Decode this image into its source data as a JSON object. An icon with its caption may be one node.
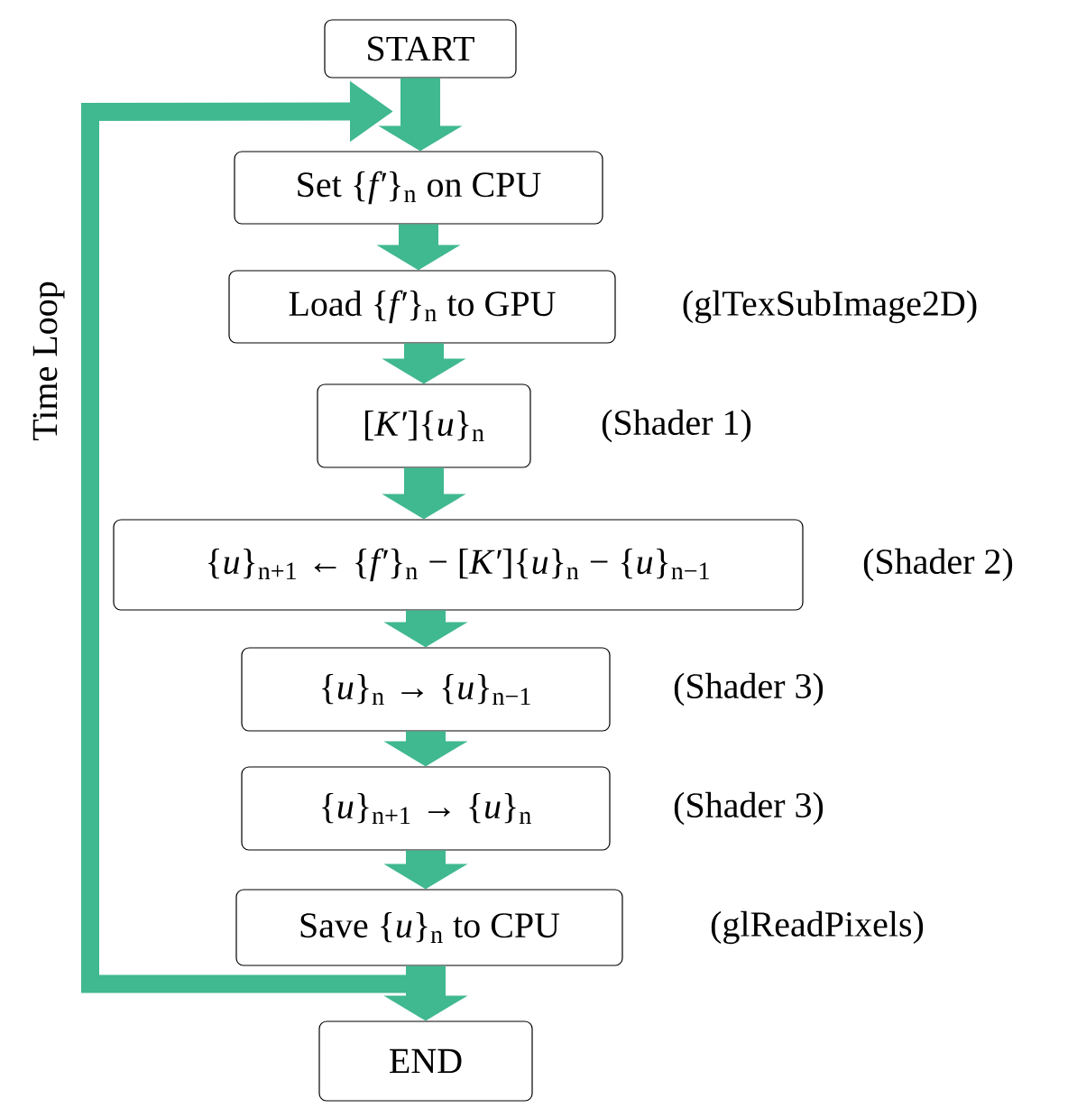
{
  "diagram": {
    "nodes": [
      {
        "text": [
          "START"
        ]
      },
      {
        "text": [
          "Set {*f′*}$_{n}$ on CPU"
        ]
      },
      {
        "text": [
          "Load {*f′*}$_{n}$ to GPU"
        ],
        "beside": [
          "(glTexSubImage2D)"
        ]
      },
      {
        "text": [
          "[*K′*]{*u*}$_{n}$"
        ],
        "beside": [
          "(Shader 1)"
        ]
      },
      {
        "text": [
          "{*u*}$_{n+1}$ ← {*f′*}$_{n}$ − [*K′*]{*u*}$_{n}$ − {*u*}$_{n−1}$"
        ],
        "beside": [
          "(Shader 2)"
        ]
      },
      {
        "text": [
          "{*u*}$_{n}$ → {*u*}$_{n−1}$"
        ],
        "beside": [
          "(Shader 3)"
        ]
      },
      {
        "text": [
          "{*u*}$_{n+1}$ → {*u*}$_{n}$"
        ],
        "beside": [
          "(Shader 3)"
        ]
      },
      {
        "text": [
          "Save {*u*}$_{n}$ to CPU"
        ],
        "beside": [
          "(glReadPixels)"
        ]
      },
      {
        "text": [
          "END"
        ]
      }
    ],
    "edges": [
      {
        "from": 0,
        "to": 1,
        "arrow": "to"
      },
      {
        "from": 1,
        "to": 2,
        "arrow": "to"
      },
      {
        "from": 2,
        "to": 3,
        "arrow": "to"
      },
      {
        "from": 3,
        "to": 4,
        "arrow": "to"
      },
      {
        "from": 4,
        "to": 5,
        "arrow": "to"
      },
      {
        "from": 5,
        "to": 6,
        "arrow": "to"
      },
      {
        "from": 6,
        "to": 7,
        "arrow": "to"
      },
      {
        "from": 7,
        "to": 8,
        "arrow": "to"
      },
      {
        "from": 7,
        "to": 1,
        "arrow": "to",
        "label": "Time Loop"
      }
    ]
  }
}
